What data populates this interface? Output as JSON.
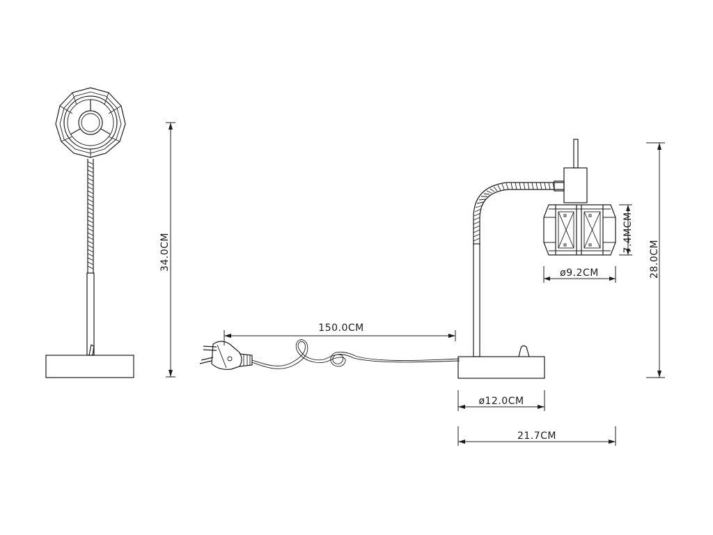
{
  "dimensions": {
    "front_height": "34.0CM",
    "cable_length": "150.0CM",
    "side_height": "28.0CM",
    "shade_height": "7.4MCM",
    "shade_diameter": "ø9.2CM",
    "base_diameter": "ø12.0CM",
    "total_depth": "21.7CM"
  }
}
